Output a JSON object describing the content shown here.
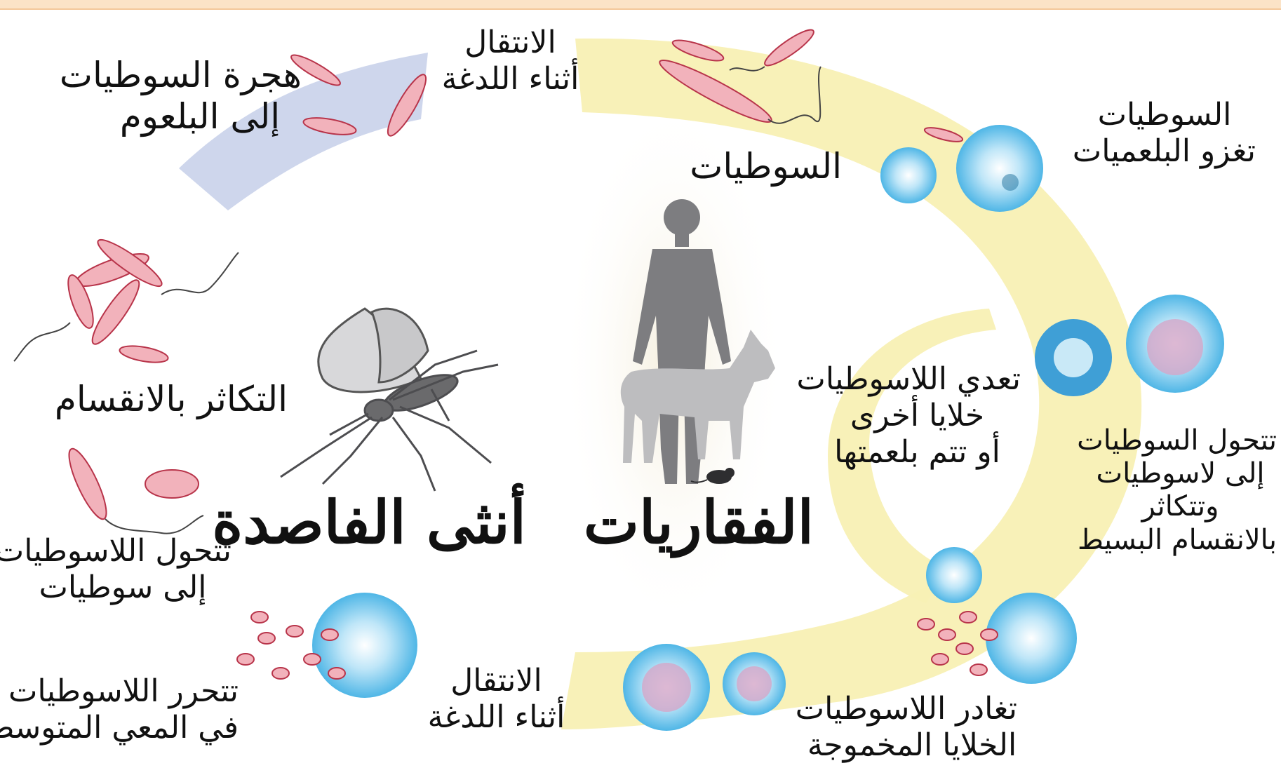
{
  "diagram": {
    "vertebrates_label": "الفقاريات",
    "sandfly_label": "أنثى الفاصدة",
    "transmission_top": [
      "الانتقال",
      "أثناء اللدغة"
    ],
    "transmission_bottom": [
      "الانتقال",
      "أثناء اللدغة"
    ],
    "promastigotes": "السوطيات",
    "invade_macrophages": [
      "السوطيات",
      "تغزو البلعميات"
    ],
    "transform_multiply": [
      "تتحول السوطيات",
      "إلى لاسوطيات",
      "وتتكاثر",
      "بالانقسام البسيط"
    ],
    "infect_other_cells": [
      "تعدي اللاسوطيات",
      "خلايا أخرى",
      "أو تتم بلعمتها"
    ],
    "leave_infected_cells": [
      "تغادر اللاسوطيات",
      "الخلايا المخموجة"
    ],
    "released_midgut": [
      "تتحرر اللاسوطيات",
      "في المعي المتوسط"
    ],
    "transform_to_promastigotes": [
      "تتحول اللاسوطيات",
      "إلى سوطيات"
    ],
    "division": "التكاثر بالانقسام",
    "migration_pharynx": [
      "هجرة السوطيات",
      "إلى البلعوم"
    ]
  },
  "colors": {
    "cycle_band": "#f8f0b4",
    "migration_band": "#c9d2ea",
    "parasite": "#f2b2bb",
    "parasite_outline": "#b8344a",
    "macrophage": "#6cc5ec",
    "silhouette_human": "#7d7d80",
    "silhouette_dog": "#bdbdbf",
    "mosquito": "#5a5a5c"
  }
}
